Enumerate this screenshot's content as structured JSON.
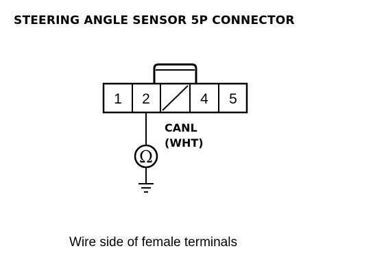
{
  "diagram": {
    "title": "STEERING ANGLE SENSOR 5P CONNECTOR",
    "connector": {
      "terminals": [
        "1",
        "2",
        "",
        "4",
        "5"
      ]
    },
    "wire": {
      "signal": "CANL",
      "color_code": "(WHT)"
    },
    "meter": {
      "symbol": "Ω"
    },
    "caption": "Wire side of female terminals"
  }
}
